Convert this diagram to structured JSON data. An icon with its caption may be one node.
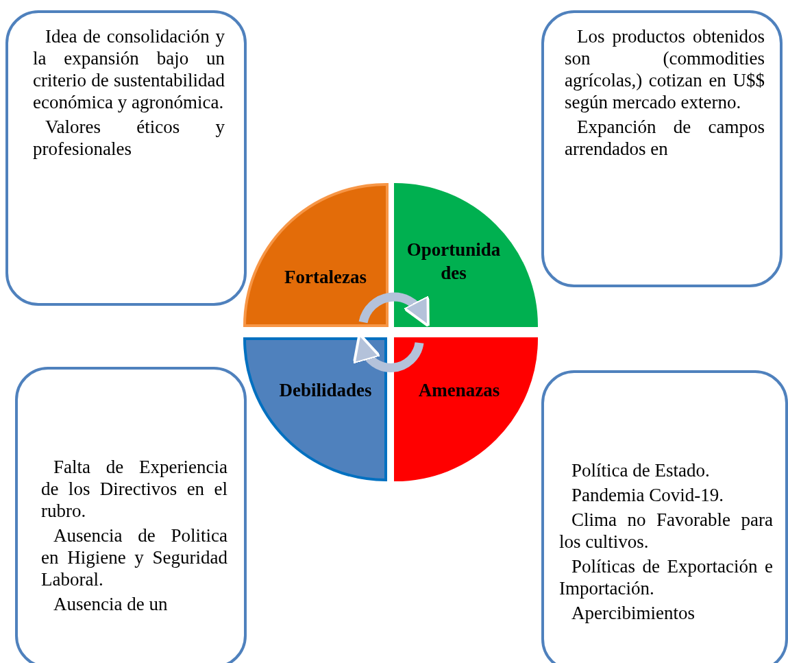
{
  "diagram": {
    "nodes": [
      {
        "text": [
          "Idea de consolidación y la expansión bajo un criterio de sustentabilidad económica y agronómica.",
          "Valores éticos y profesionales"
        ]
      },
      {
        "text": [
          "Los productos obtenidos son (commodities agrícolas,) cotizan en U$$ según mercado externo.",
          "Expanción de campos arrendados en"
        ]
      },
      {
        "text": [
          "Fortalezas"
        ]
      },
      {
        "text": [
          "Oportunidades"
        ]
      },
      {
        "text": [
          "Debilidades"
        ]
      },
      {
        "text": [
          "Amenazas"
        ]
      },
      {
        "text": [
          "Falta de Experiencia de los Directivos en el rubro.",
          "Ausencia de Politica en Higiene y Seguridad Laboral.",
          "Ausencia de un"
        ]
      },
      {
        "text": [
          "Política de Estado.",
          "Pandemia Covid-19.",
          "Clima no Favorable para los cultivos.",
          "Políticas de Exportación e Importación.",
          "Apercibimientos"
        ]
      }
    ],
    "edges": [
      {
        "from": 2,
        "to": 3,
        "arrow": "to"
      },
      {
        "from": 5,
        "to": 4,
        "arrow": "to"
      }
    ]
  }
}
